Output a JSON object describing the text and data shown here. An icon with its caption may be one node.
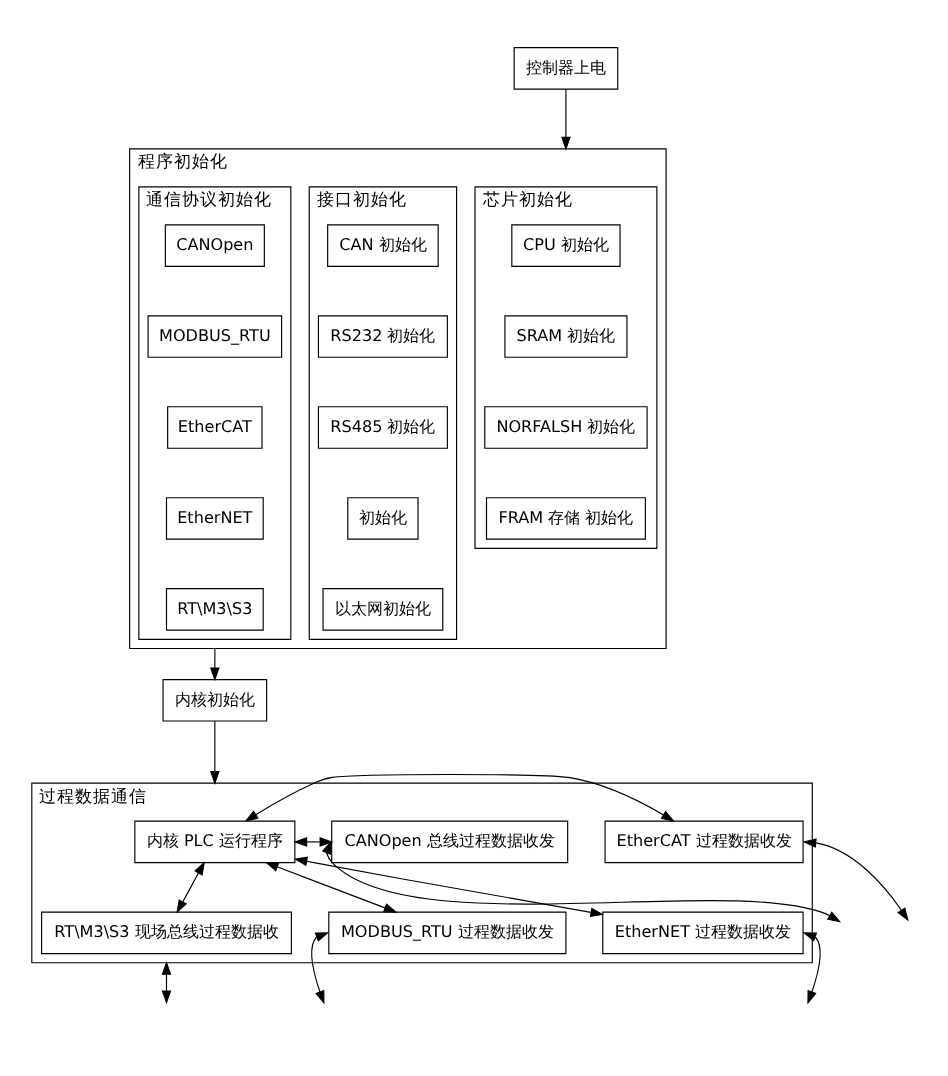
{
  "diagram": {
    "nodes": [
      {
        "text": [
          "控制器上电"
        ]
      },
      {
        "text": [
          "程序初始化"
        ]
      },
      {
        "text": [
          "芯片初始化"
        ],
        "in": 1
      },
      {
        "text": [
          "CPU 初始化"
        ],
        "in": 2
      },
      {
        "text": [
          "SRAM 初始化"
        ],
        "in": 2
      },
      {
        "text": [
          "NORFALSH 初始化"
        ],
        "in": 2
      },
      {
        "text": [
          "FRAM 存储 初始化"
        ],
        "in": 2
      },
      {
        "text": [
          "接口初始化"
        ],
        "in": 1
      },
      {
        "text": [
          "CAN 初始化"
        ],
        "in": 7
      },
      {
        "text": [
          "RS232 初始化"
        ],
        "in": 7
      },
      {
        "text": [
          "RS485 初始化"
        ],
        "in": 7
      },
      {
        "text": [
          "初始化"
        ],
        "in": 7
      },
      {
        "text": [
          "以太网初始化"
        ],
        "in": 7
      },
      {
        "text": [
          "通信协议初始化"
        ],
        "in": 1
      },
      {
        "text": [
          "CANOpen"
        ],
        "in": 13
      },
      {
        "text": [
          "MODBUS_RTU"
        ],
        "in": 13
      },
      {
        "text": [
          "EtherCAT"
        ],
        "in": 13
      },
      {
        "text": [
          "EtherNET"
        ],
        "in": 13
      },
      {
        "text": [
          "RT\\M3\\S3"
        ],
        "in": 13
      },
      {
        "text": [
          "内核初始化"
        ]
      },
      {
        "text": [
          "过程数据通信"
        ]
      },
      {
        "text": [
          "CANOpen 总线过程数据收发"
        ],
        "in": 20
      },
      {
        "text": [
          "MODBUS_RTU 过程数据收发"
        ],
        "in": 20
      },
      {
        "text": [
          "内核 PLC 运行程序"
        ],
        "in": 20
      },
      {
        "text": [
          "EtherCAT 过程数据收发"
        ],
        "in": 20
      },
      {
        "text": [
          "EtherNET 过程数据收发"
        ],
        "in": 20
      },
      {
        "text": [
          "RT\\M3\\S3 现场总线过程数据收"
        ],
        "in": 20
      }
    ],
    "edges": [
      {
        "from": 0,
        "to": 1,
        "arrow": "to"
      },
      {
        "from": 1,
        "to": 19,
        "arrow": "to"
      },
      {
        "from": 19,
        "to": 20,
        "arrow": "to"
      },
      {
        "from": 21,
        "to": 23,
        "arrow": "both"
      },
      {
        "from": 22,
        "to": 23,
        "arrow": "both"
      },
      {
        "from": 23,
        "to": 24,
        "arrow": "both"
      },
      {
        "from": 23,
        "to": 25,
        "arrow": "both"
      },
      {
        "from": 23,
        "to": 26,
        "arrow": "both"
      },
      {
        "from": null,
        "to": 21,
        "arrow": "both"
      },
      {
        "from": null,
        "to": 22,
        "arrow": "both"
      },
      {
        "from": 24,
        "to": null,
        "arrow": "both"
      },
      {
        "from": 25,
        "to": null,
        "arrow": "both"
      },
      {
        "from": 20,
        "to": null,
        "arrow": "both"
      }
    ]
  }
}
